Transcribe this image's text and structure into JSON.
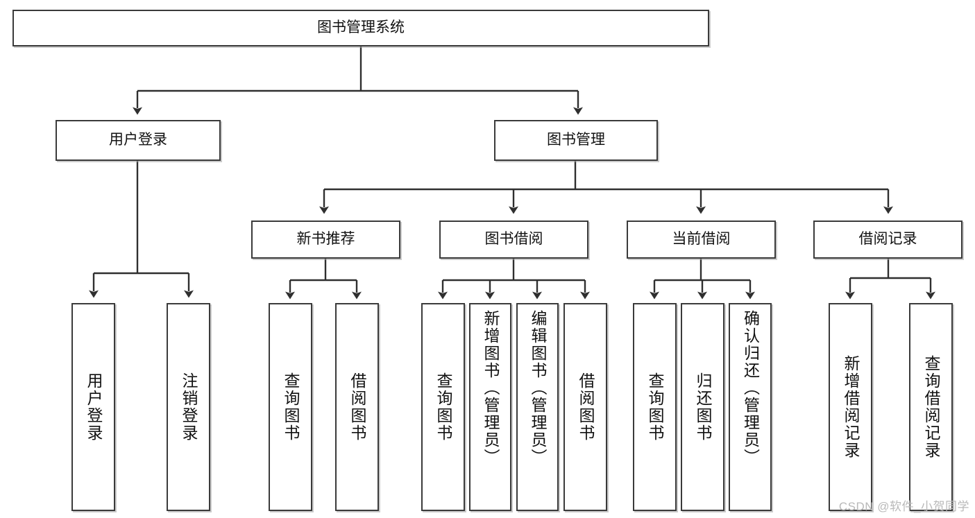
{
  "diagram": {
    "type": "hierarchy-tree",
    "title": "图书管理系统",
    "root": {
      "label": "图书管理系统"
    },
    "level1": [
      {
        "label": "用户登录"
      },
      {
        "label": "图书管理"
      }
    ],
    "level2": [
      {
        "label": "新书推荐"
      },
      {
        "label": "图书借阅"
      },
      {
        "label": "当前借阅"
      },
      {
        "label": "借阅记录"
      }
    ],
    "leaves": {
      "user_login": [
        {
          "label": "用户登录"
        },
        {
          "label": "注销登录"
        }
      ],
      "new_book_recommend": [
        {
          "label": "查询图书"
        },
        {
          "label": "借阅图书"
        }
      ],
      "book_borrow": [
        {
          "label": "查询图书"
        },
        {
          "label": "新增图书（管理员）"
        },
        {
          "label": "编辑图书（管理员）"
        },
        {
          "label": "借阅图书"
        }
      ],
      "current_borrow": [
        {
          "label": "查询图书"
        },
        {
          "label": "归还图书"
        },
        {
          "label": "确认归还（管理员）"
        }
      ],
      "borrow_record": [
        {
          "label": "新增借阅记录"
        },
        {
          "label": "查询借阅记录"
        }
      ]
    }
  },
  "watermark": {
    "text": "CSDN @软件_小贺同学"
  },
  "colors": {
    "border": "#3a3a3a",
    "background": "#ffffff",
    "text": "#111111",
    "watermark": "#b9b9b9"
  }
}
